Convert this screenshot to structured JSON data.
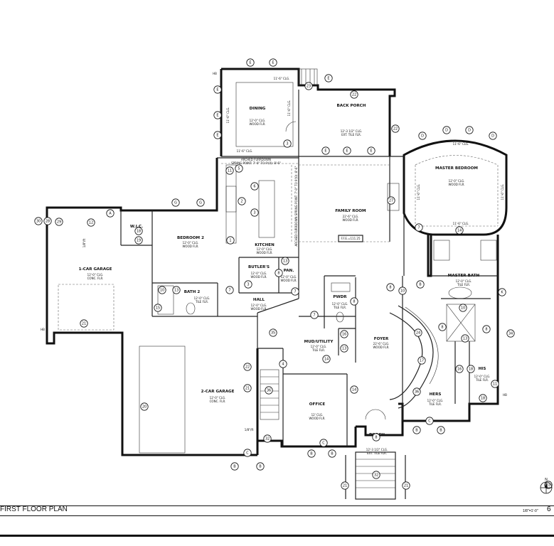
{
  "sheet": {
    "title": "FIRST  FLOOR PLAN",
    "scale": "1/8\"=1'-0\"",
    "sheet_number": "6",
    "north_label": "N"
  },
  "rooms": {
    "dining": {
      "name": "DINING",
      "dims": "12'-0\" CLG.",
      "floor": "WOOD FLR."
    },
    "back_porch": {
      "name": "BACK PORCH",
      "dims": "12'-3 1/2\" CLG.",
      "floor": "EXT. TILE FLR."
    },
    "master_bedroom": {
      "name": "MASTER BEDROOM",
      "dims": "12'-0\" CLG.",
      "floor": "WOOD FLR."
    },
    "family_room": {
      "name": "FAMILY ROOM",
      "dims": "22'-6\" CLG.",
      "floor": "WOOD FLR."
    },
    "kitchen": {
      "name": "KITCHEN",
      "dims": "12'-0\" CLG.",
      "floor": "WOOD FLR."
    },
    "bedroom2": {
      "name": "BEDROOM 2",
      "dims": "12'-0\" CLG.",
      "floor": "WOOD FLR."
    },
    "wic": {
      "name": "W.I.C."
    },
    "garage1": {
      "name": "1-CAR GARAGE",
      "dims": "12'-0\" CLG.",
      "floor": "CONC. FLR."
    },
    "bath2": {
      "name": "BATH 2",
      "dims": "12'-0\" CLG.",
      "floor": "TILE FLR."
    },
    "butlers": {
      "name": "BUTLER'S",
      "dims": "12'-0\" CLG.",
      "floor": "WOOD FLR."
    },
    "pantry": {
      "name": "PAN.",
      "dims": "12'-0\" CLG.",
      "floor": "WOOD FLR."
    },
    "hall": {
      "name": "HALL",
      "dims": "12'-0\" CLG.",
      "floor": "WOOD FLR."
    },
    "powder": {
      "name": "PWDR",
      "dims": "12'-0\" CLG.",
      "floor": "TILE FLR."
    },
    "master_bath": {
      "name": "MASTER BATH",
      "dims": "12'-0\" CLG.",
      "floor": "TILE FLR."
    },
    "mud": {
      "name": "MUD/UTILITY",
      "dims": "12'-0\" CLG.",
      "floor": "TILE FLR."
    },
    "foyer": {
      "name": "FOYER",
      "dims": "22'-6\" CLG.",
      "floor": "WOOD FLR."
    },
    "garage2": {
      "name": "2-CAR GARAGE",
      "dims": "12'-0\" CLG.",
      "floor": "CONC. FLR."
    },
    "office": {
      "name": "OFFICE",
      "dims": "12' CLG.",
      "floor": "WOOD FLR."
    },
    "porch": {
      "name": "PORCH",
      "dims": "12'-3 1/2\" CLG.",
      "floor": "EXT. TILE FLR."
    },
    "his": {
      "name": "HIS",
      "dims": "12'-0\" CLG.",
      "floor": "TILE FLR."
    },
    "hers": {
      "name": "HERS",
      "dims": "12'-0\" CLG.",
      "floor": "TILE FLR."
    }
  },
  "notes": {
    "arched_furr_1": "ARCHED FURRDOWN",
    "arched_furr_1b": "SPRING POINT: 7'-0\" TO 9'(0): 8'-6\"",
    "arched_furr_2": "ARCHED FURRDOWN SPRING POINT: 7'-0\" TO 9'(0): 8'-6\"",
    "ffe": "F.F.E.=111.25",
    "clg_dining_top": "11'-6\" CLG.",
    "clg_dining_left": "11'-6\" CLG.",
    "clg_dining_right": "11'-6\" CLG.",
    "clg_dining_bottom": "11'-6\" CLG.",
    "clg_master_top": "11'-6\" CLG.",
    "clg_master_left": "11'-6\" CLG.",
    "clg_master_right": "11'-6\" CLG.",
    "clg_master_bottom": "11'-6\" CLG.",
    "clg_garage": "1/8\"/ft",
    "clg_garage2": "1/8\"/ft",
    "hb_left": "HB",
    "hb_top": "HB",
    "hb_right": "HB"
  },
  "callouts": {
    "e": "E",
    "d": "D",
    "c": "C",
    "b": "B",
    "a": "A",
    "g": "G",
    "k": "K",
    "n1": "1",
    "n2": "2",
    "n3": "3",
    "n4": "4",
    "n5": "5",
    "n6": "6",
    "n7": "7",
    "n8": "8",
    "n10": "10",
    "n11": "11",
    "n12": "12",
    "n13": "13",
    "n14": "14",
    "n15": "15",
    "n16": "16",
    "n17": "17",
    "n18": "18",
    "n19": "19",
    "n20": "20",
    "n21": "21",
    "n22": "22",
    "n23": "23",
    "n24": "24",
    "n27": "27",
    "n28": "28",
    "n29": "29",
    "n30": "30",
    "n32": "32",
    "n33": "33",
    "n34": "34",
    "n35": "35",
    "n36": "36"
  }
}
